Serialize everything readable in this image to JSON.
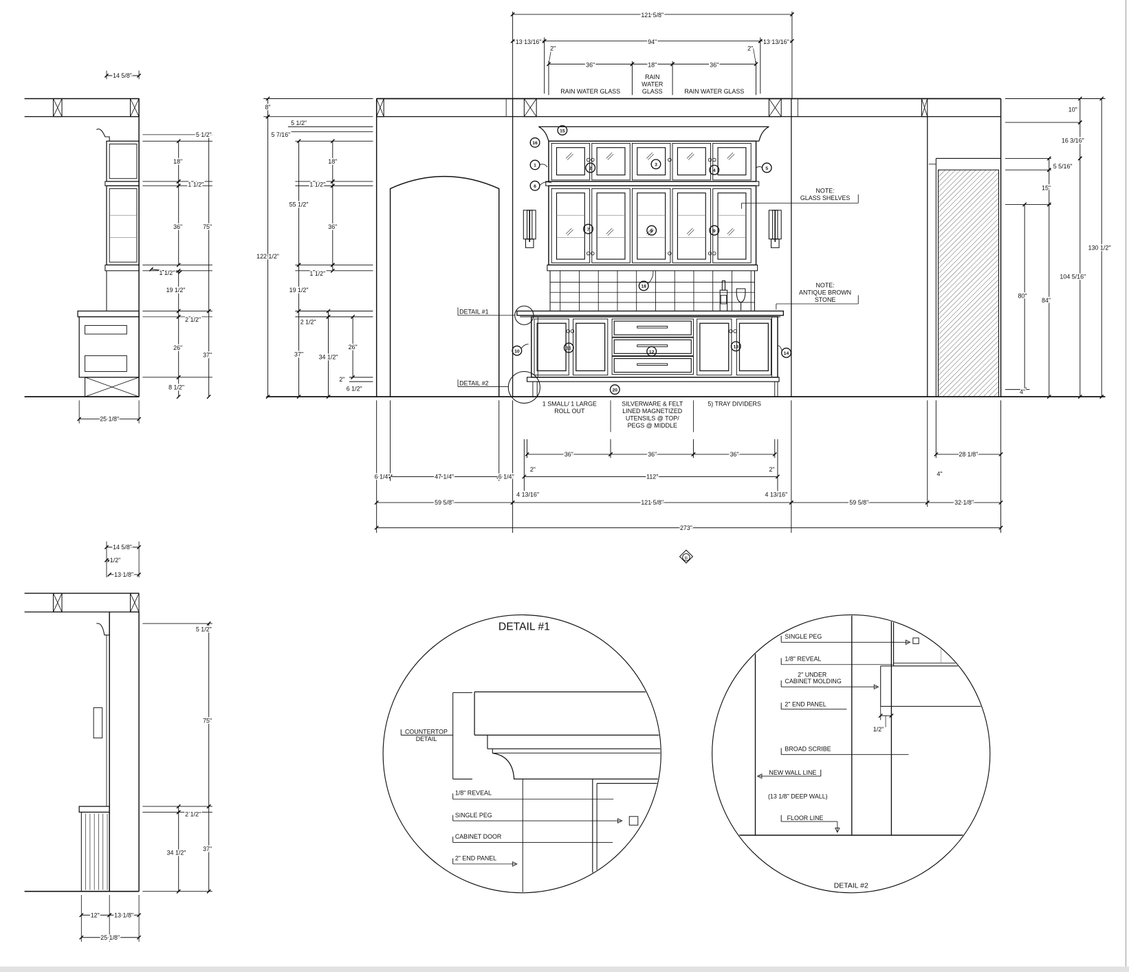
{
  "elevation": {
    "dims_top": [
      "121 5/8\"",
      "13 13/16\"",
      "94\"",
      "13 13/16\"",
      "2\"",
      "2\"",
      "36\"",
      "18\"",
      "36\""
    ],
    "glass_labels": [
      "RAIN WATER GLASS",
      "RAIN",
      "WATER",
      "GLASS",
      "RAIN WATER GLASS"
    ],
    "dims_left": [
      "8\"",
      "5 1/2\"",
      "5 7/16\"",
      "18\"",
      "1 1/2\"",
      "55 1/2\"",
      "36\"",
      "122 1/2\"",
      "1 1/2\"",
      "19 1/2\"",
      "2 1/2\"",
      "37\"",
      "34 1/2\"",
      "26\"",
      "2\"",
      "6 1/2\""
    ],
    "dims_right": [
      "10\"",
      "16 3/16\"",
      "5 5/16\"",
      "15\"",
      "130 1/2\"",
      "104 5/16\"",
      "80\"",
      "84\"",
      "4\""
    ],
    "dims_bottom": [
      "36\"",
      "36\"",
      "36\"",
      "2\"",
      "2\"",
      "28 1/8\"",
      "6 1/4\"",
      "47 1/4\"",
      "6 1/4\"",
      "112\"",
      "4\"",
      "4 13/16\"",
      "4 13/16\"",
      "59 5/8\"",
      "121 5/8\"",
      "59 5/8\"",
      "32 1/8\"",
      "273\""
    ],
    "drawer_notes": {
      "left": [
        "1 SMALL/ 1 LARGE",
        "ROLL OUT"
      ],
      "center": [
        "SILVERWARE & FELT",
        "LINED MAGNETIZED",
        "UTENSILS @ TOP/",
        "PEGS @ MIDDLE"
      ],
      "right": [
        "5) TRAY DIVIDERS"
      ]
    },
    "note_glass": [
      "NOTE:",
      "GLASS SHELVES"
    ],
    "note_stone": [
      "NOTE:",
      "ANTIQUE BROWN",
      "STONE"
    ],
    "detail_refs": [
      "DETAIL #1",
      "DETAIL #2"
    ],
    "callouts": [
      "15",
      "16",
      "1",
      "2",
      "3",
      "4",
      "5",
      "6",
      "7",
      "8",
      "9",
      "18",
      "10",
      "11",
      "12",
      "13",
      "14",
      "20"
    ],
    "section_marker": "B"
  },
  "side_upper": {
    "dims": [
      "14 5/8\"",
      "5 1/2\"",
      "18\"",
      "1 1/2\"",
      "36\"",
      "75\"",
      "1 1/2\"",
      "19 1/2\"",
      "2 1/2\"",
      "26\"",
      "37\"",
      "8 1/2\"",
      "25 1/8\""
    ]
  },
  "side_lower": {
    "dims": [
      "14 5/8\"",
      "1/2\"",
      "13 1/8\"",
      "5 1/2\"",
      "75\"",
      "2 1/2\"",
      "34 1/2\"",
      "37\"",
      "12\"",
      "13 1/8\"",
      "25 1/8\""
    ]
  },
  "detail1": {
    "title": "DETAIL #1",
    "labels": [
      "COUNTERTOP",
      "DETAIL",
      "1/8\" REVEAL",
      "SINGLE PEG",
      "CABINET DOOR",
      "2\" END PANEL"
    ]
  },
  "detail2": {
    "title": "DETAIL #2",
    "labels": [
      "SINGLE PEG",
      "1/8\"  REVEAL",
      "2\" UNDER",
      "CABINET MOLDING",
      "2\" END PANEL",
      "BROAD SCRIBE",
      "NEW WALL LINE",
      "(13 1/8\" DEEP WALL)",
      "FLOOR LINE"
    ],
    "dim": "1/2\""
  }
}
